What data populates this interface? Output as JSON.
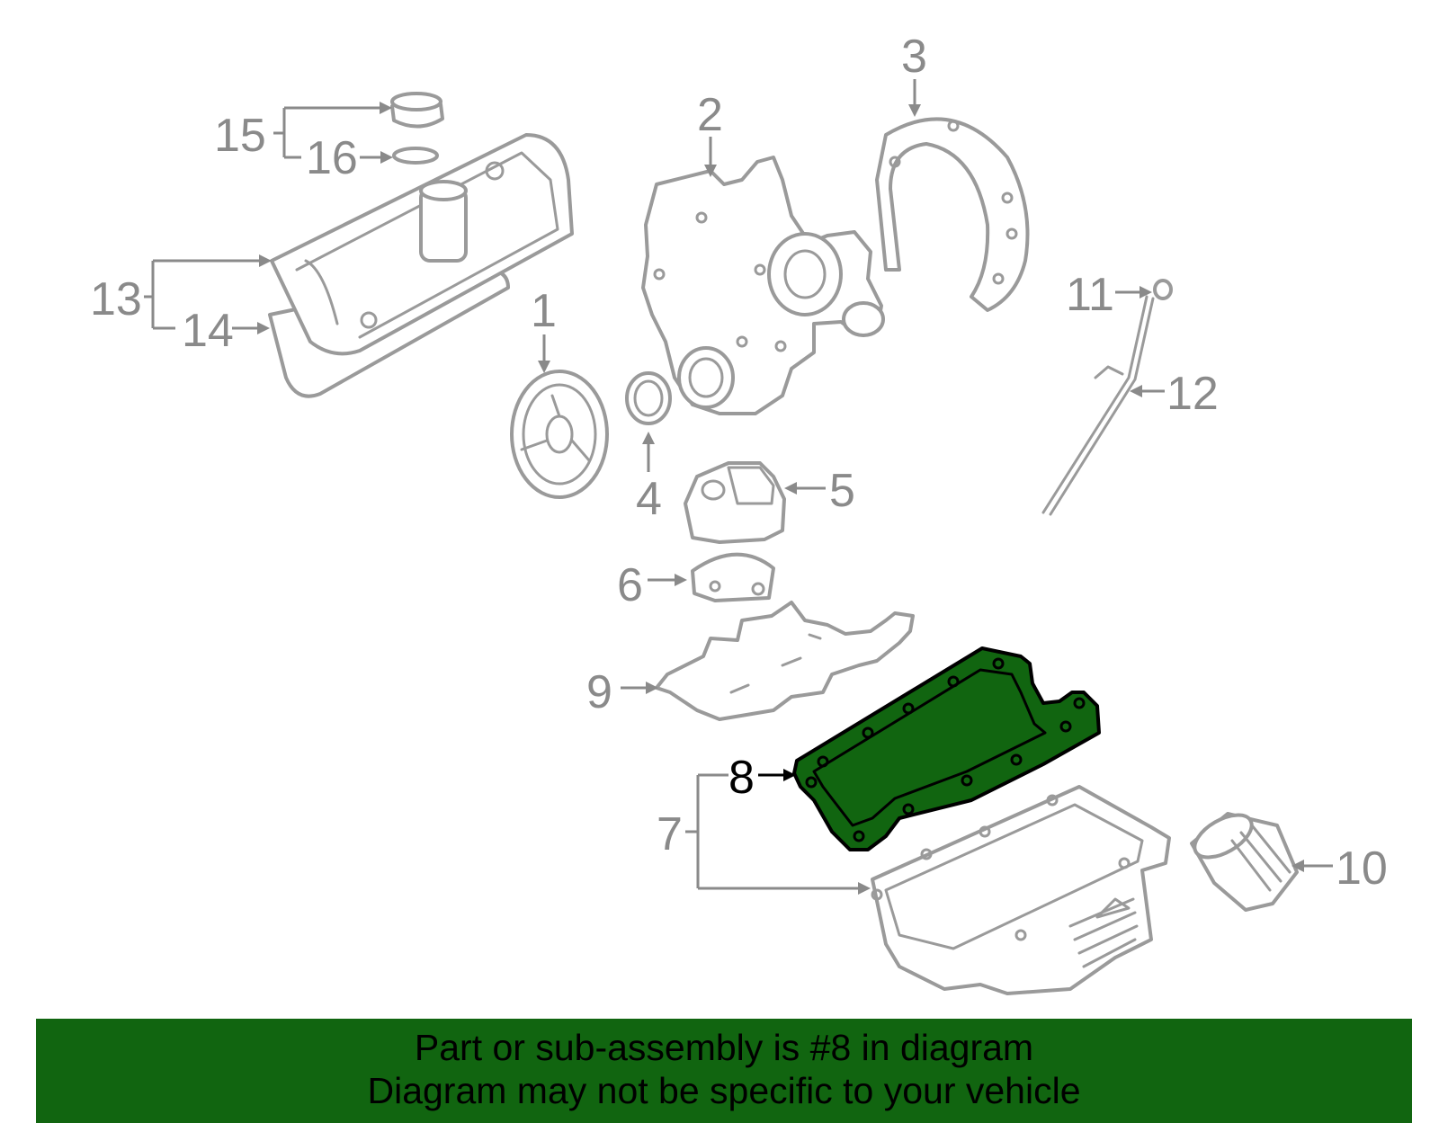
{
  "callouts": {
    "c1": "1",
    "c2": "2",
    "c3": "3",
    "c4": "4",
    "c5": "5",
    "c6": "6",
    "c7": "7",
    "c8": "8",
    "c9": "9",
    "c10": "10",
    "c11": "11",
    "c12": "12",
    "c13": "13",
    "c14": "14",
    "c15": "15",
    "c16": "16"
  },
  "highlight": {
    "part": "8",
    "color": "#116510"
  },
  "banner": {
    "line1": "Part or sub-assembly is #8 in diagram",
    "line2": "Diagram may not be specific to your vehicle"
  }
}
